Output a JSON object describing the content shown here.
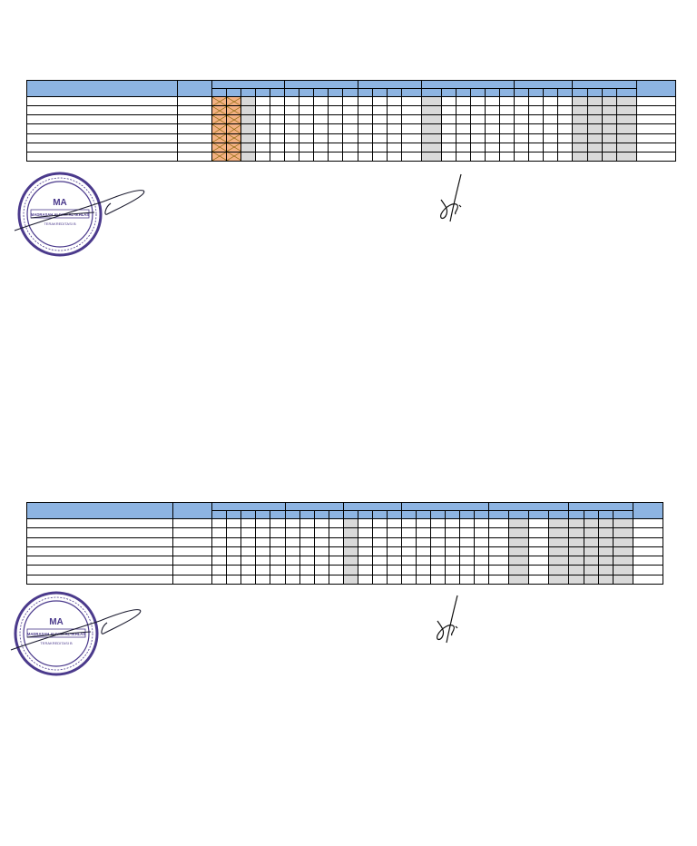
{
  "sheets": [
    {
      "id": "sheet-1",
      "name_col_header": "",
      "group_headers": [
        "",
        "",
        "",
        "",
        "",
        ""
      ],
      "row_count": 7
    },
    {
      "id": "sheet-2",
      "name_col_header": "",
      "group_headers": [
        "",
        "",
        "",
        "",
        "",
        ""
      ],
      "row_count": 7
    }
  ],
  "stamp": {
    "top_text": "YAYASAN PENDIDIKAN PONDOK PESANTREN AL-IKHLAS",
    "center_text": "MA",
    "inner_text": "MADRASAH ALIYAH AL-IKHLAS",
    "sub_text": "TERAKREDITASI B",
    "bottom_text": "PENITUNG BASURI - JAWA TIMUR"
  },
  "colors": {
    "header_blue": "#8db4e2",
    "shaded_gray": "#d9d9d9",
    "crossed_orange": "#f4b183",
    "stamp_purple": "#4b3a8c"
  }
}
